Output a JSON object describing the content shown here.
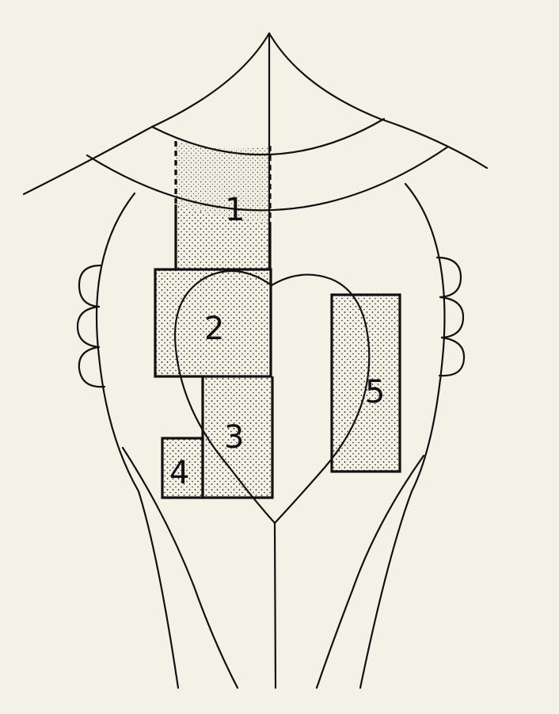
{
  "diagram": {
    "colors": {
      "paper": "#f4f2e6",
      "ink": "#111111",
      "stipple": "#1a1a1a"
    },
    "regions": [
      {
        "id": "1",
        "label": "1"
      },
      {
        "id": "2",
        "label": "2"
      },
      {
        "id": "3",
        "label": "3"
      },
      {
        "id": "4",
        "label": "4"
      },
      {
        "id": "5",
        "label": "5"
      }
    ]
  }
}
